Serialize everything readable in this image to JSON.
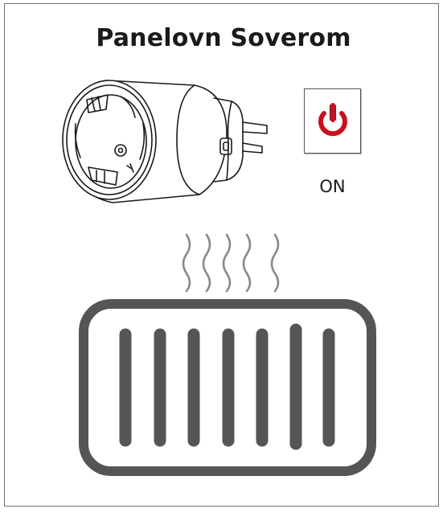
{
  "device": {
    "name": "Panelovn Soverom",
    "state_label": "ON",
    "power_icon": "power-icon",
    "plug_icon": "smart-plug-illustration",
    "heater_icon": "panel-heater-icon",
    "heat_icon": "heat-waves-icon"
  },
  "colors": {
    "power_on": "#c8101e",
    "heater_stroke": "#555555",
    "frame_border": "#6e6e6e"
  }
}
